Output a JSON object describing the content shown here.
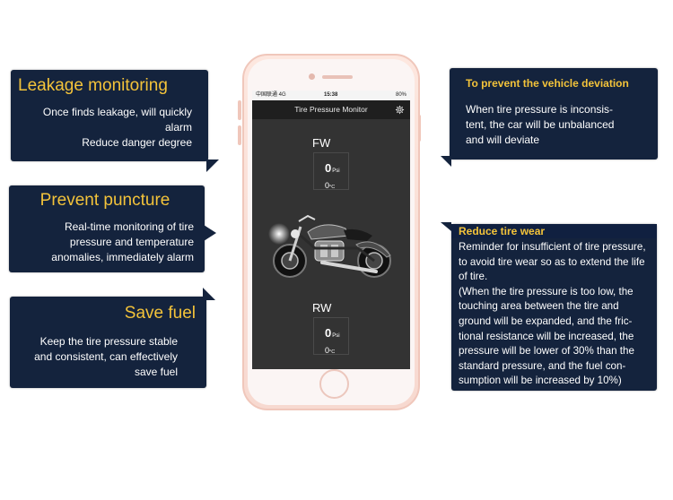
{
  "callouts": {
    "leakage": {
      "title": "Leakage monitoring",
      "lines": [
        "Once finds leakage, will quickly",
        "alarm",
        "Reduce danger degree"
      ]
    },
    "puncture": {
      "title": "Prevent puncture",
      "lines": [
        "Real-time monitoring of tire",
        "pressure and temperature",
        "anomalies, immediately alarm"
      ]
    },
    "fuel": {
      "title": "Save fuel",
      "lines": [
        "Keep the tire pressure stable",
        "and consistent, can effectively",
        "save fuel"
      ]
    },
    "deviation": {
      "title": "To prevent the vehicle deviation",
      "lines": [
        "When tire pressure is inconsis-",
        "tent, the car will be unbalanced",
        "and will deviate"
      ]
    },
    "wear": {
      "title": "Reduce tire wear",
      "lines": [
        "Reminder for insufficient of tire pressure,",
        "to avoid tire wear so as to extend the life",
        "of tire.",
        "(When the tire pressure is too low, the",
        "touching area between the tire and",
        "ground will be expanded, and the fric-",
        "tional resistance will be increased, the",
        "pressure will be lower of 30% than the",
        "standard pressure, and the fuel con-",
        "sumption will be increased by 10%)"
      ]
    }
  },
  "phone": {
    "status": {
      "carrier": "中国联通  4G",
      "time": "15:38",
      "battery": "80%"
    },
    "app_title": "Tire Pressure Monitor",
    "front": {
      "label": "FW",
      "pressure": "0",
      "pressure_unit": "Psi",
      "temp": "0",
      "temp_unit": "°C"
    },
    "rear": {
      "label": "RW",
      "pressure": "0",
      "pressure_unit": "Psi",
      "temp": "0",
      "temp_unit": "°C"
    }
  },
  "colors": {
    "callout_bg": "#14233d",
    "callout_title": "#f3c33a",
    "screen_bg": "#333333"
  }
}
